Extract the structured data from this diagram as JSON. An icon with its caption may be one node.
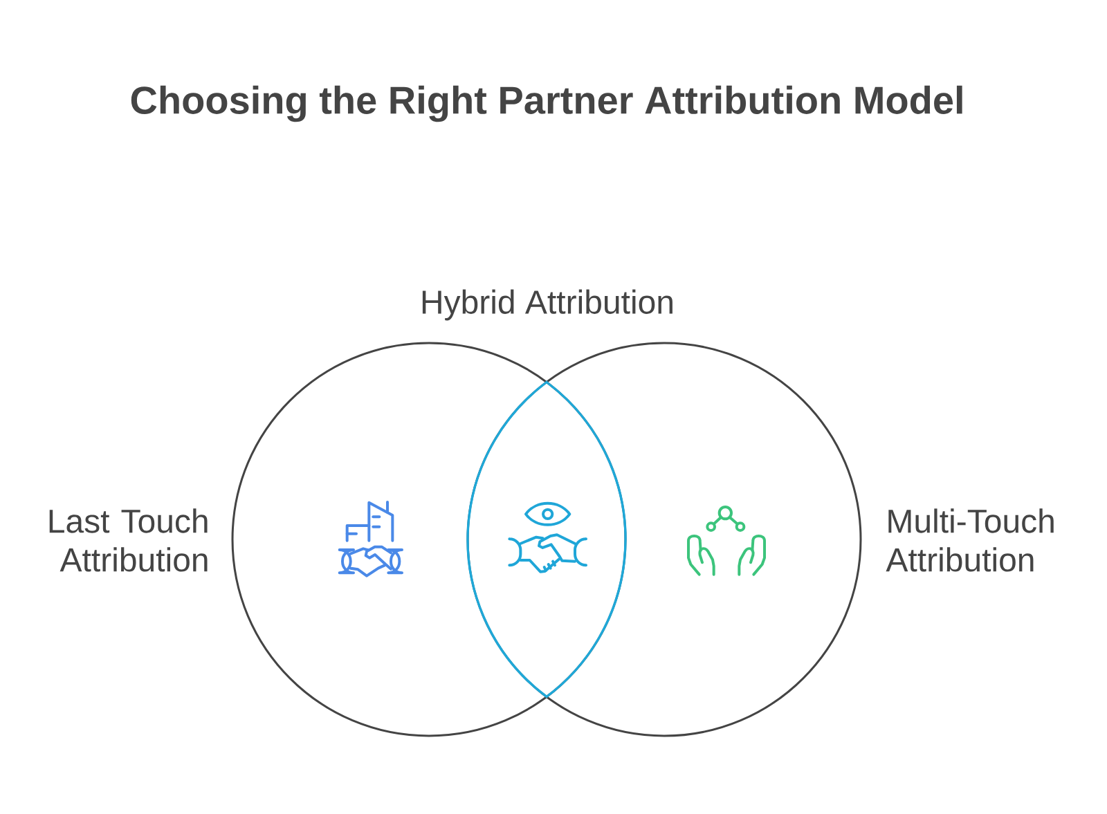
{
  "diagram": {
    "title": "Choosing the Right Partner Attribution Model",
    "nodes": [
      {
        "text": [
          "Last Touch Attribution"
        ]
      },
      {
        "text": [
          "Hybrid Attribution"
        ]
      },
      {
        "text": [
          "Multi-Touch Attribution"
        ]
      }
    ]
  }
}
